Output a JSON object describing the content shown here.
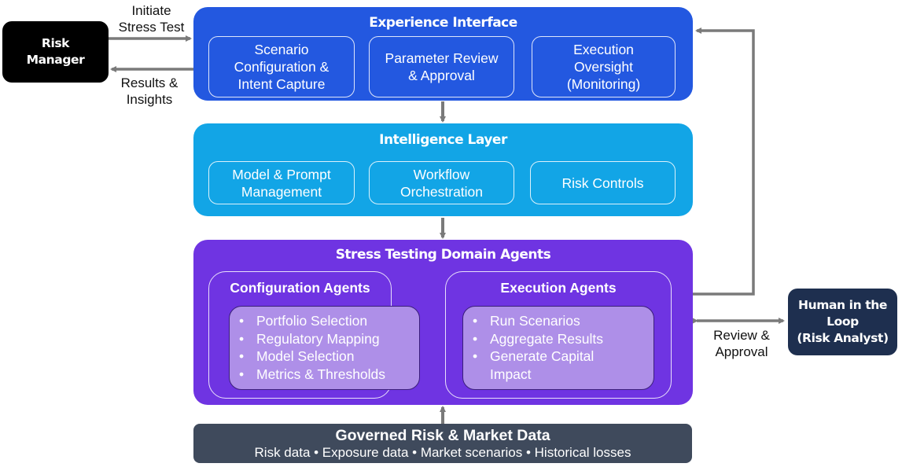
{
  "actors": {
    "risk_manager": "Risk\nManager",
    "human_in_loop": "Human in the\nLoop\n(Risk Analyst)"
  },
  "edge_labels": {
    "initiate": "Initiate\nStress Test",
    "results": "Results &\nInsights",
    "review": "Review &\nApproval"
  },
  "layers": {
    "experience": {
      "title": "Experience Interface",
      "color": "#2358e0",
      "items": [
        "Scenario\nConfiguration &\nIntent Capture",
        "Parameter Review\n& Approval",
        "Execution\nOversight\n(Monitoring)"
      ]
    },
    "intelligence": {
      "title": "Intelligence Layer",
      "color": "#12a5e6",
      "items": [
        "Model & Prompt\nManagement",
        "Workflow\nOrchestration",
        "Risk Controls"
      ]
    },
    "agents": {
      "title": "Stress Testing Domain Agents",
      "color": "#6f34e2",
      "groups": [
        {
          "title": "Configuration Agents",
          "items": [
            "Portfolio Selection",
            "Regulatory Mapping",
            "Model Selection",
            "Metrics & Thresholds"
          ]
        },
        {
          "title": "Execution Agents",
          "items": [
            "Run Scenarios",
            "Aggregate Results",
            "Generate Capital\nImpact"
          ]
        }
      ]
    },
    "data": {
      "title": "Governed Risk & Market Data",
      "subtitle": "Risk data • Exposure data • Market scenarios • Historical losses",
      "color": "#3f4a5c"
    }
  },
  "colors": {
    "arrow": "#7a7a7a",
    "risk_manager_bg": "#000000",
    "human_bg": "#1e2f4f"
  }
}
